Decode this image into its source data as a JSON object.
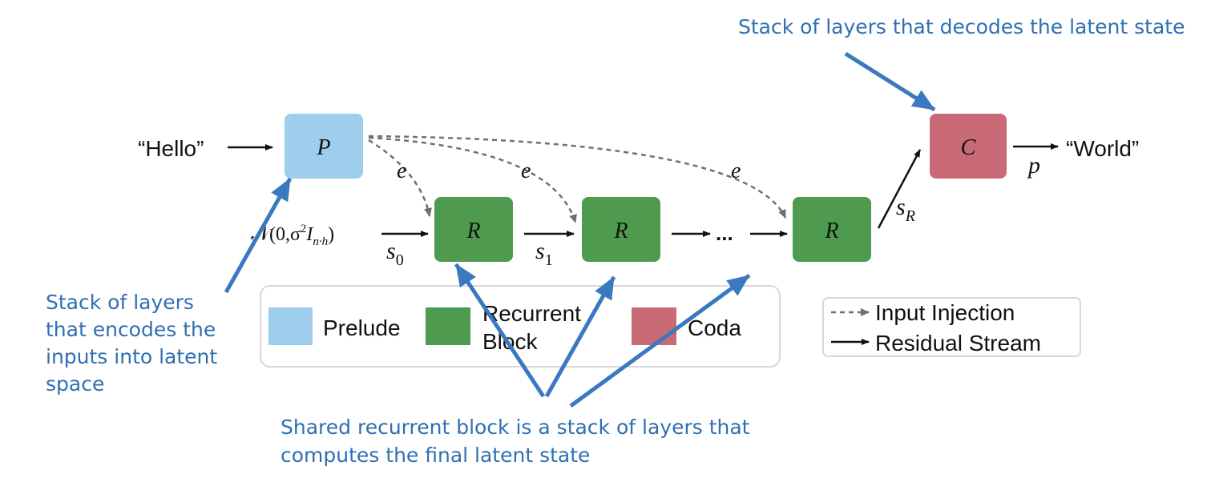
{
  "diagram": {
    "input_text": "“Hello”",
    "output_text": "“World”",
    "prelude_block": {
      "symbol": "P",
      "color": "#9fcdee"
    },
    "recurrent_blocks": [
      {
        "symbol": "R",
        "color": "#4e9b4f"
      },
      {
        "symbol": "R",
        "color": "#4e9b4f"
      },
      {
        "symbol": "R",
        "color": "#4e9b4f"
      }
    ],
    "coda_block": {
      "symbol": "C",
      "color": "#c86b76"
    },
    "ellipsis": "...",
    "injection_label": "e",
    "noise_label": {
      "prefix": "𝒩(0,σ",
      "sup": "2",
      "mid": "I",
      "sub": "n·h",
      "suffix": ")"
    },
    "state_labels": {
      "s0": {
        "base": "s",
        "sub": "0"
      },
      "s1": {
        "base": "s",
        "sub": "1"
      },
      "sR": {
        "base": "s",
        "sub": "R"
      }
    },
    "output_label": "p"
  },
  "legend": {
    "prelude": "Prelude",
    "recurrent_line1": "Recurrent",
    "recurrent_line2": "Block",
    "coda": "Coda",
    "input_injection": "Input Injection",
    "residual_stream": "Residual Stream"
  },
  "annotations": {
    "coda_note": "Stack of layers that decodes the latent state",
    "prelude_note": [
      "Stack of layers",
      "that encodes the",
      "inputs into latent",
      "space"
    ],
    "recurrent_note": [
      "Shared recurrent block is a stack of layers that",
      "computes the final latent state"
    ]
  },
  "colors": {
    "annotation": "#2f6fb3",
    "annotation_arrow": "#3a78c0",
    "dashed_arrow": "#707070",
    "text": "#111111"
  }
}
